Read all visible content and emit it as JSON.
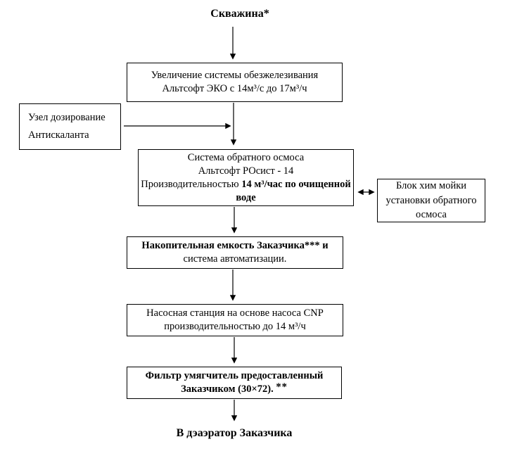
{
  "diagram": {
    "title": "Скважина*",
    "footer": "В дэаэратор Заказчика",
    "colors": {
      "line": "#000000",
      "text": "#000000",
      "background": "#ffffff"
    },
    "boxes": {
      "deferrization": {
        "line1": "Увеличение системы обезжелезивания",
        "line2": "Альтсофт ЭКО с 14м³/с до 17м³/ч"
      },
      "dosing_unit": {
        "line1": "Узел дозирование",
        "line2": "Антискаланта"
      },
      "ro_system": {
        "line1": "Система обратного осмоса",
        "line2": "Альтсофт РОсист - 14",
        "line3_prefix": "Производительностью ",
        "line3_bold": "14 м³/час по очищенной воде"
      },
      "chem_wash": {
        "text": "Блок хим мойки установки обратного осмоса"
      },
      "storage_tank": {
        "bold": "Накопительная емкость Заказчика*** и",
        "regular": " система автоматизации."
      },
      "pump_station": {
        "line1": "Насосная станция на основе насоса CNP",
        "line2": "производительностью до 14 м³/ч"
      },
      "softener_filter": {
        "main": "Фильтр умягчитель предоставленный Заказчиком (30×72). ",
        "asterisks": " **"
      }
    }
  }
}
